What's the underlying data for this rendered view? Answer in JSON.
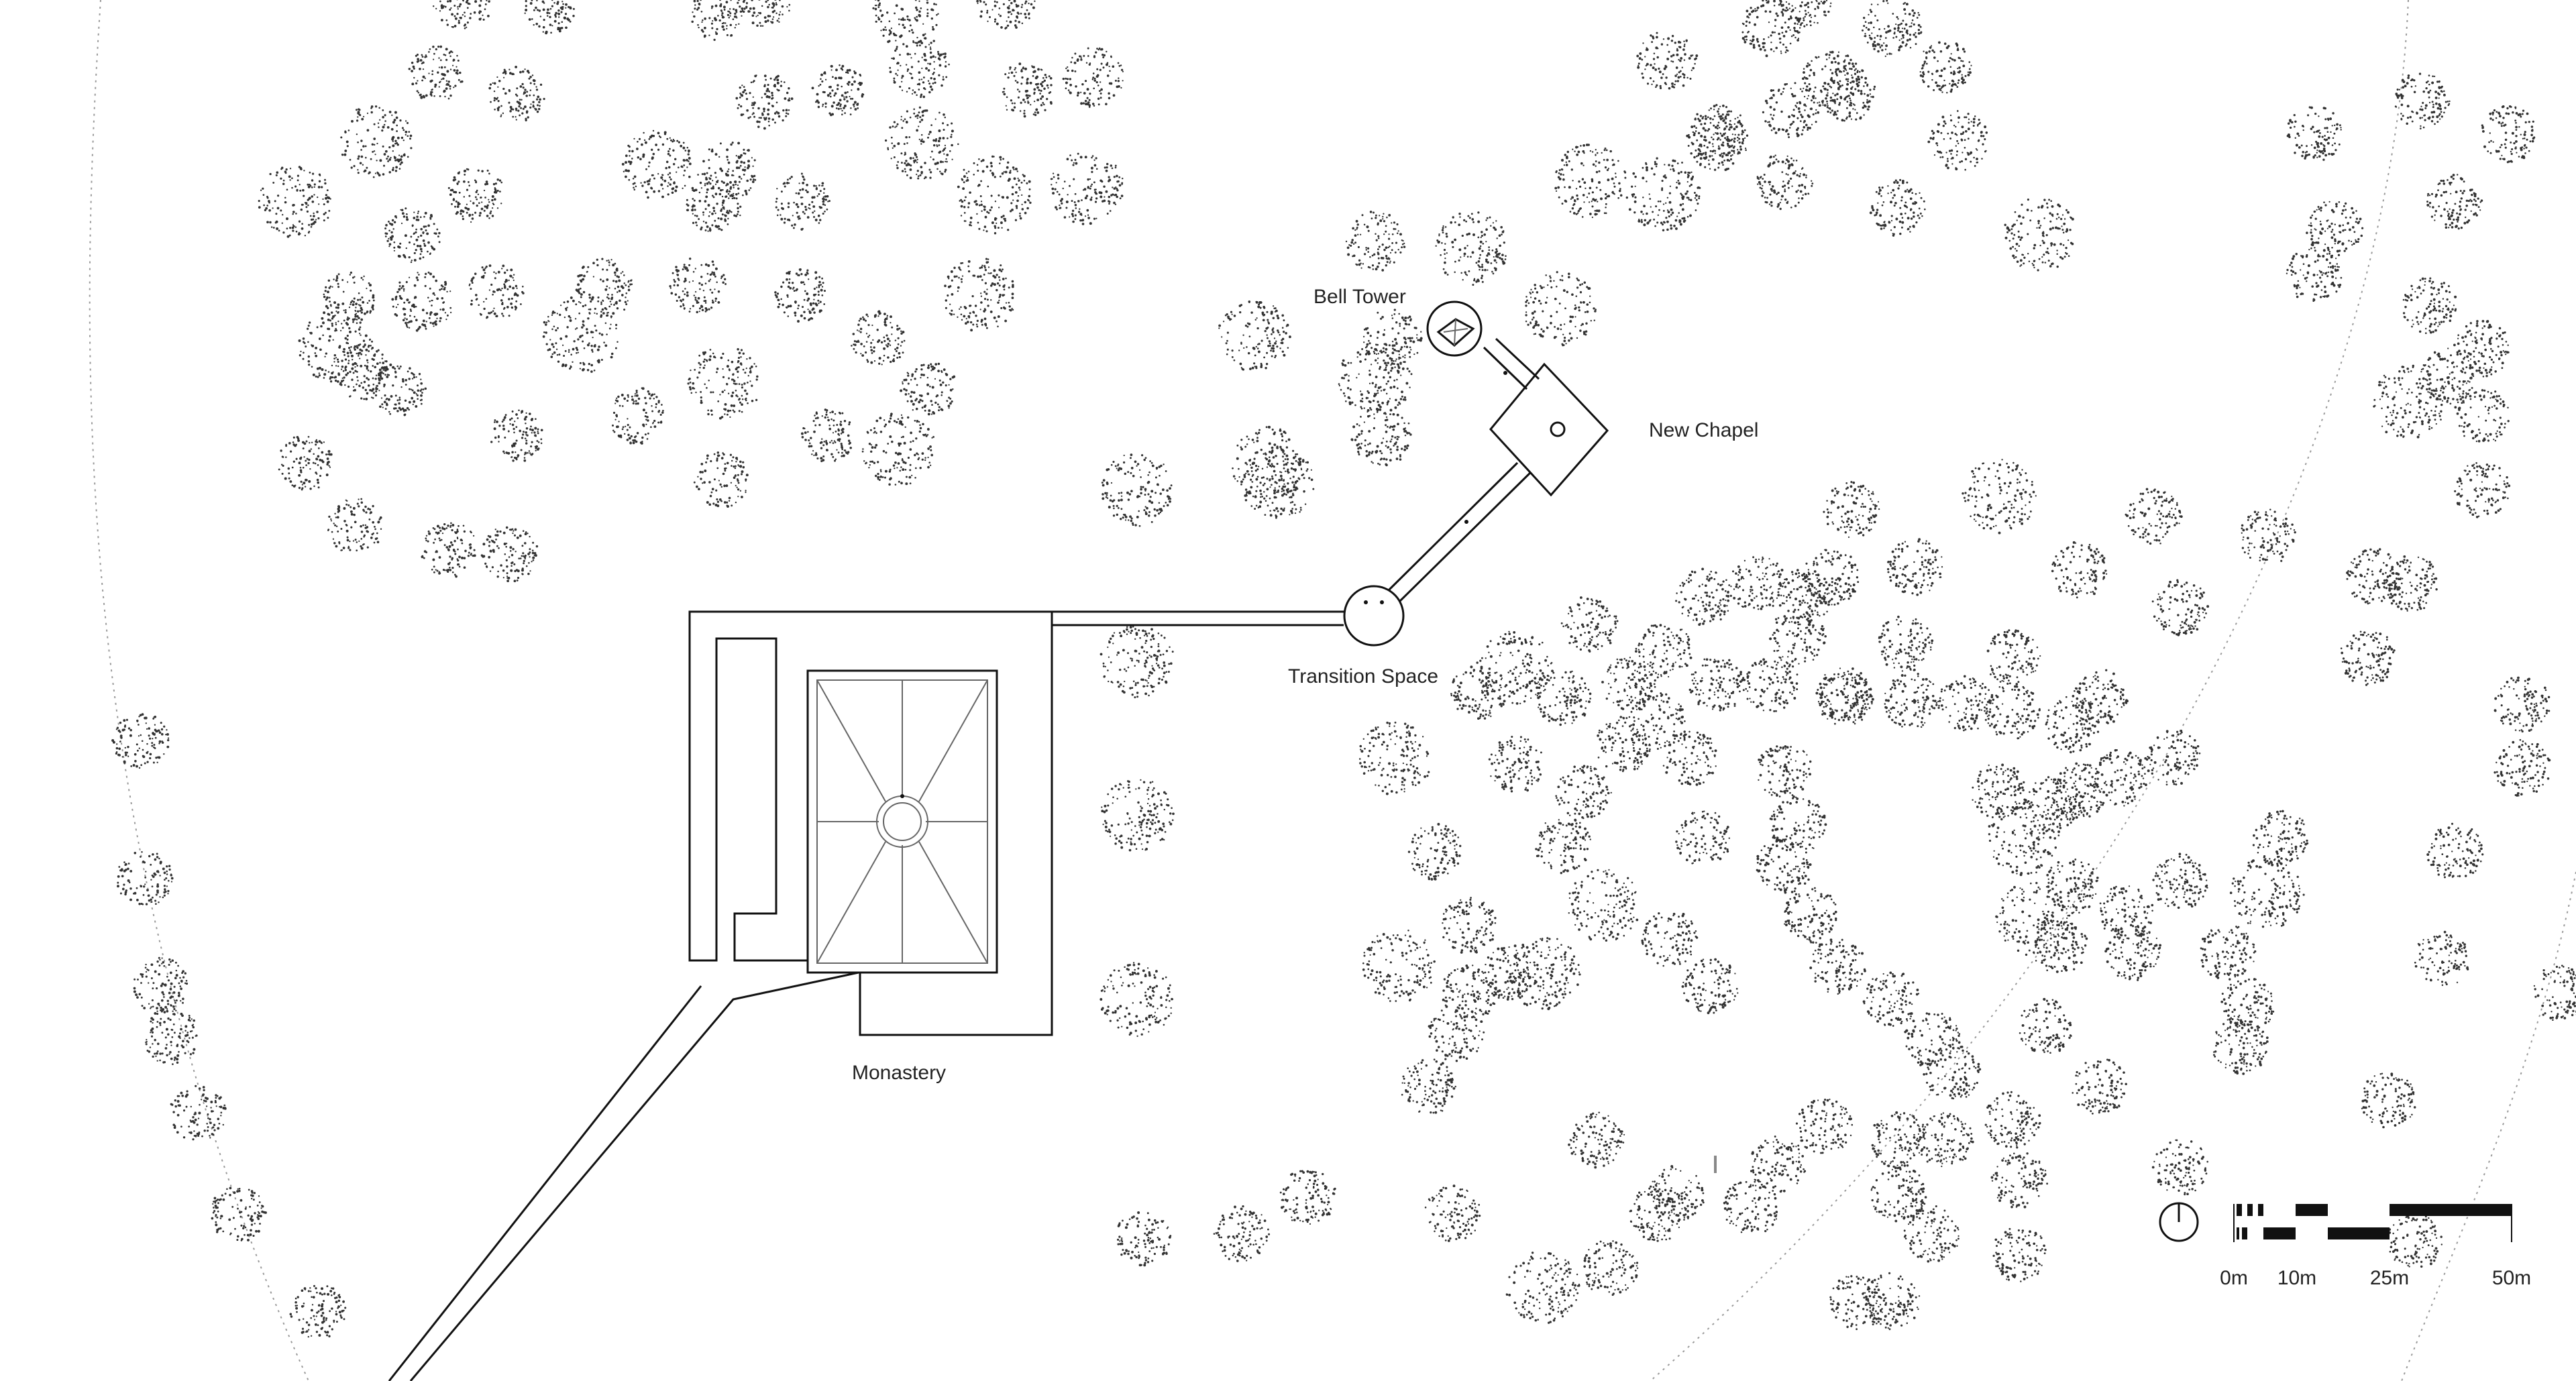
{
  "labels": {
    "bell_tower": "Bell Tower",
    "new_chapel": "New Chapel",
    "transition_space": "Transition Space",
    "monastery": "Monastery"
  },
  "scale_bar": {
    "ticks": [
      "0m",
      "10m",
      "25m",
      "50m"
    ]
  },
  "icons": {
    "north": "north-arrow-icon",
    "tree": "tree-icon"
  },
  "colors": {
    "line": "#111111",
    "background": "#ffffff",
    "stipple": "#333333"
  }
}
